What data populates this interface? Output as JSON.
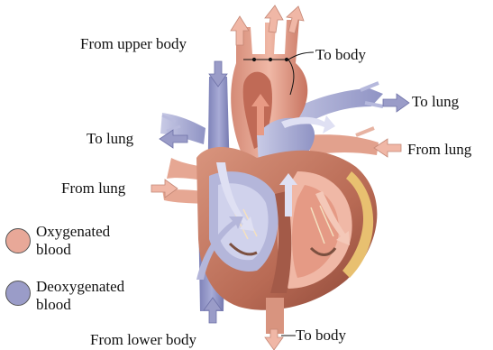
{
  "labels": {
    "from_upper_body": "From upper body",
    "to_body_top": "To body",
    "to_lung_right": "To lung",
    "to_lung_left": "To lung",
    "from_lung_right": "From lung",
    "from_lung_left": "From lung",
    "from_lower_body": "From lower body",
    "to_body_bottom": "To body"
  },
  "legend": [
    {
      "line1": "Oxygenated",
      "line2": "blood",
      "color": "#e8a898"
    },
    {
      "line1": "Deoxygenated",
      "line2": "blood",
      "color": "#9a9cc8"
    }
  ],
  "colors": {
    "oxygenated": "#e8a898",
    "deoxygenated": "#9a9cc8",
    "muscle": "#b8705a",
    "muscle_dark": "#8c4a3c",
    "fat": "#e8c070"
  }
}
